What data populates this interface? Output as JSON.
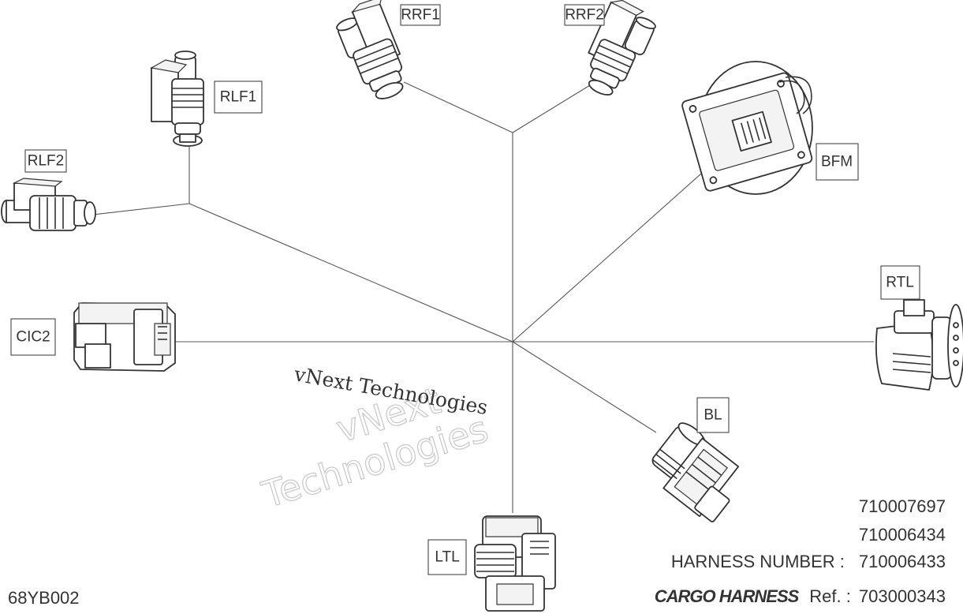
{
  "connectors": [
    {
      "id": "rlf1",
      "label": "RLF1"
    },
    {
      "id": "rlf2",
      "label": "RLF2"
    },
    {
      "id": "rrf1",
      "label": "RRF1"
    },
    {
      "id": "rrf2",
      "label": "RRF2"
    },
    {
      "id": "bfm",
      "label": "BFM"
    },
    {
      "id": "rtl",
      "label": "RTL"
    },
    {
      "id": "cic2",
      "label": "CIC2"
    },
    {
      "id": "bl",
      "label": "BL"
    },
    {
      "id": "ltl",
      "label": "LTL"
    }
  ],
  "watermark": {
    "line1": "vNext Technologies",
    "line2a": "vNext",
    "line2b": "Technologies"
  },
  "footer": {
    "ref_code": "68YB002",
    "part_numbers": [
      "710007697",
      "710006434"
    ],
    "harness_number_label": "HARNESS NUMBER :",
    "harness_number": "710006433",
    "cargo_title": "CARGO HARNESS",
    "ref_label": "Ref. :",
    "ref_number": "703000343"
  }
}
